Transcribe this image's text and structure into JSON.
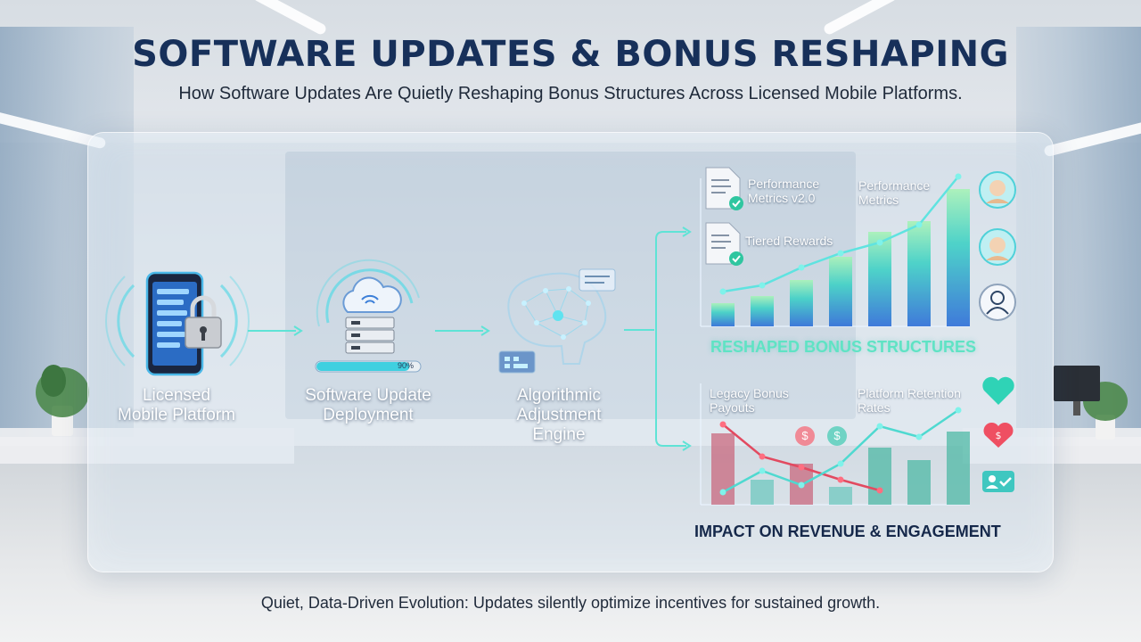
{
  "header": {
    "title": "SOFTWARE UPDATES & BONUS RESHAPING",
    "subtitle": "How Software Updates Are Quietly Reshaping Bonus Structures Across Licensed Mobile Platforms."
  },
  "flow": {
    "steps": [
      {
        "label_line1": "Licensed",
        "label_line2": "Mobile Platform",
        "icon": "locked-phone-icon"
      },
      {
        "label_line1": "Software Update",
        "label_line2": "Deployment",
        "icon": "cloud-server-icon",
        "progress_text": "90%",
        "progress": 0.9
      },
      {
        "label_line1": "Algorithmic",
        "label_line2": "Adjustment",
        "label_line3": "Engine",
        "icon": "neural-brain-icon"
      }
    ]
  },
  "top_chart": {
    "doc1_label_line1": "Performance",
    "doc1_label_line2": "Metrics v2.0",
    "doc2_label": "Tiered Rewards",
    "line_label_line1": "Performance",
    "line_label_line2": "Metrics",
    "heading": "RESHAPED BONUS STRUCTURES"
  },
  "bottom_chart": {
    "label_left_line1": "Legacy Bonus",
    "label_left_line2": "Payouts",
    "label_right_line1": "Platform Retention",
    "label_right_line2": "Rates",
    "heading": "IMPACT ON REVENUE & ENGAGEMENT",
    "coin_symbol": "$"
  },
  "footer": {
    "text": "Quiet, Data-Driven Evolution: Updates silently optimize incentives for sustained growth."
  },
  "colors": {
    "title": "#17305a",
    "teal": "#5fe3c4",
    "accent_blue": "#2f8de4",
    "legacy_red": "#e0485e"
  }
}
